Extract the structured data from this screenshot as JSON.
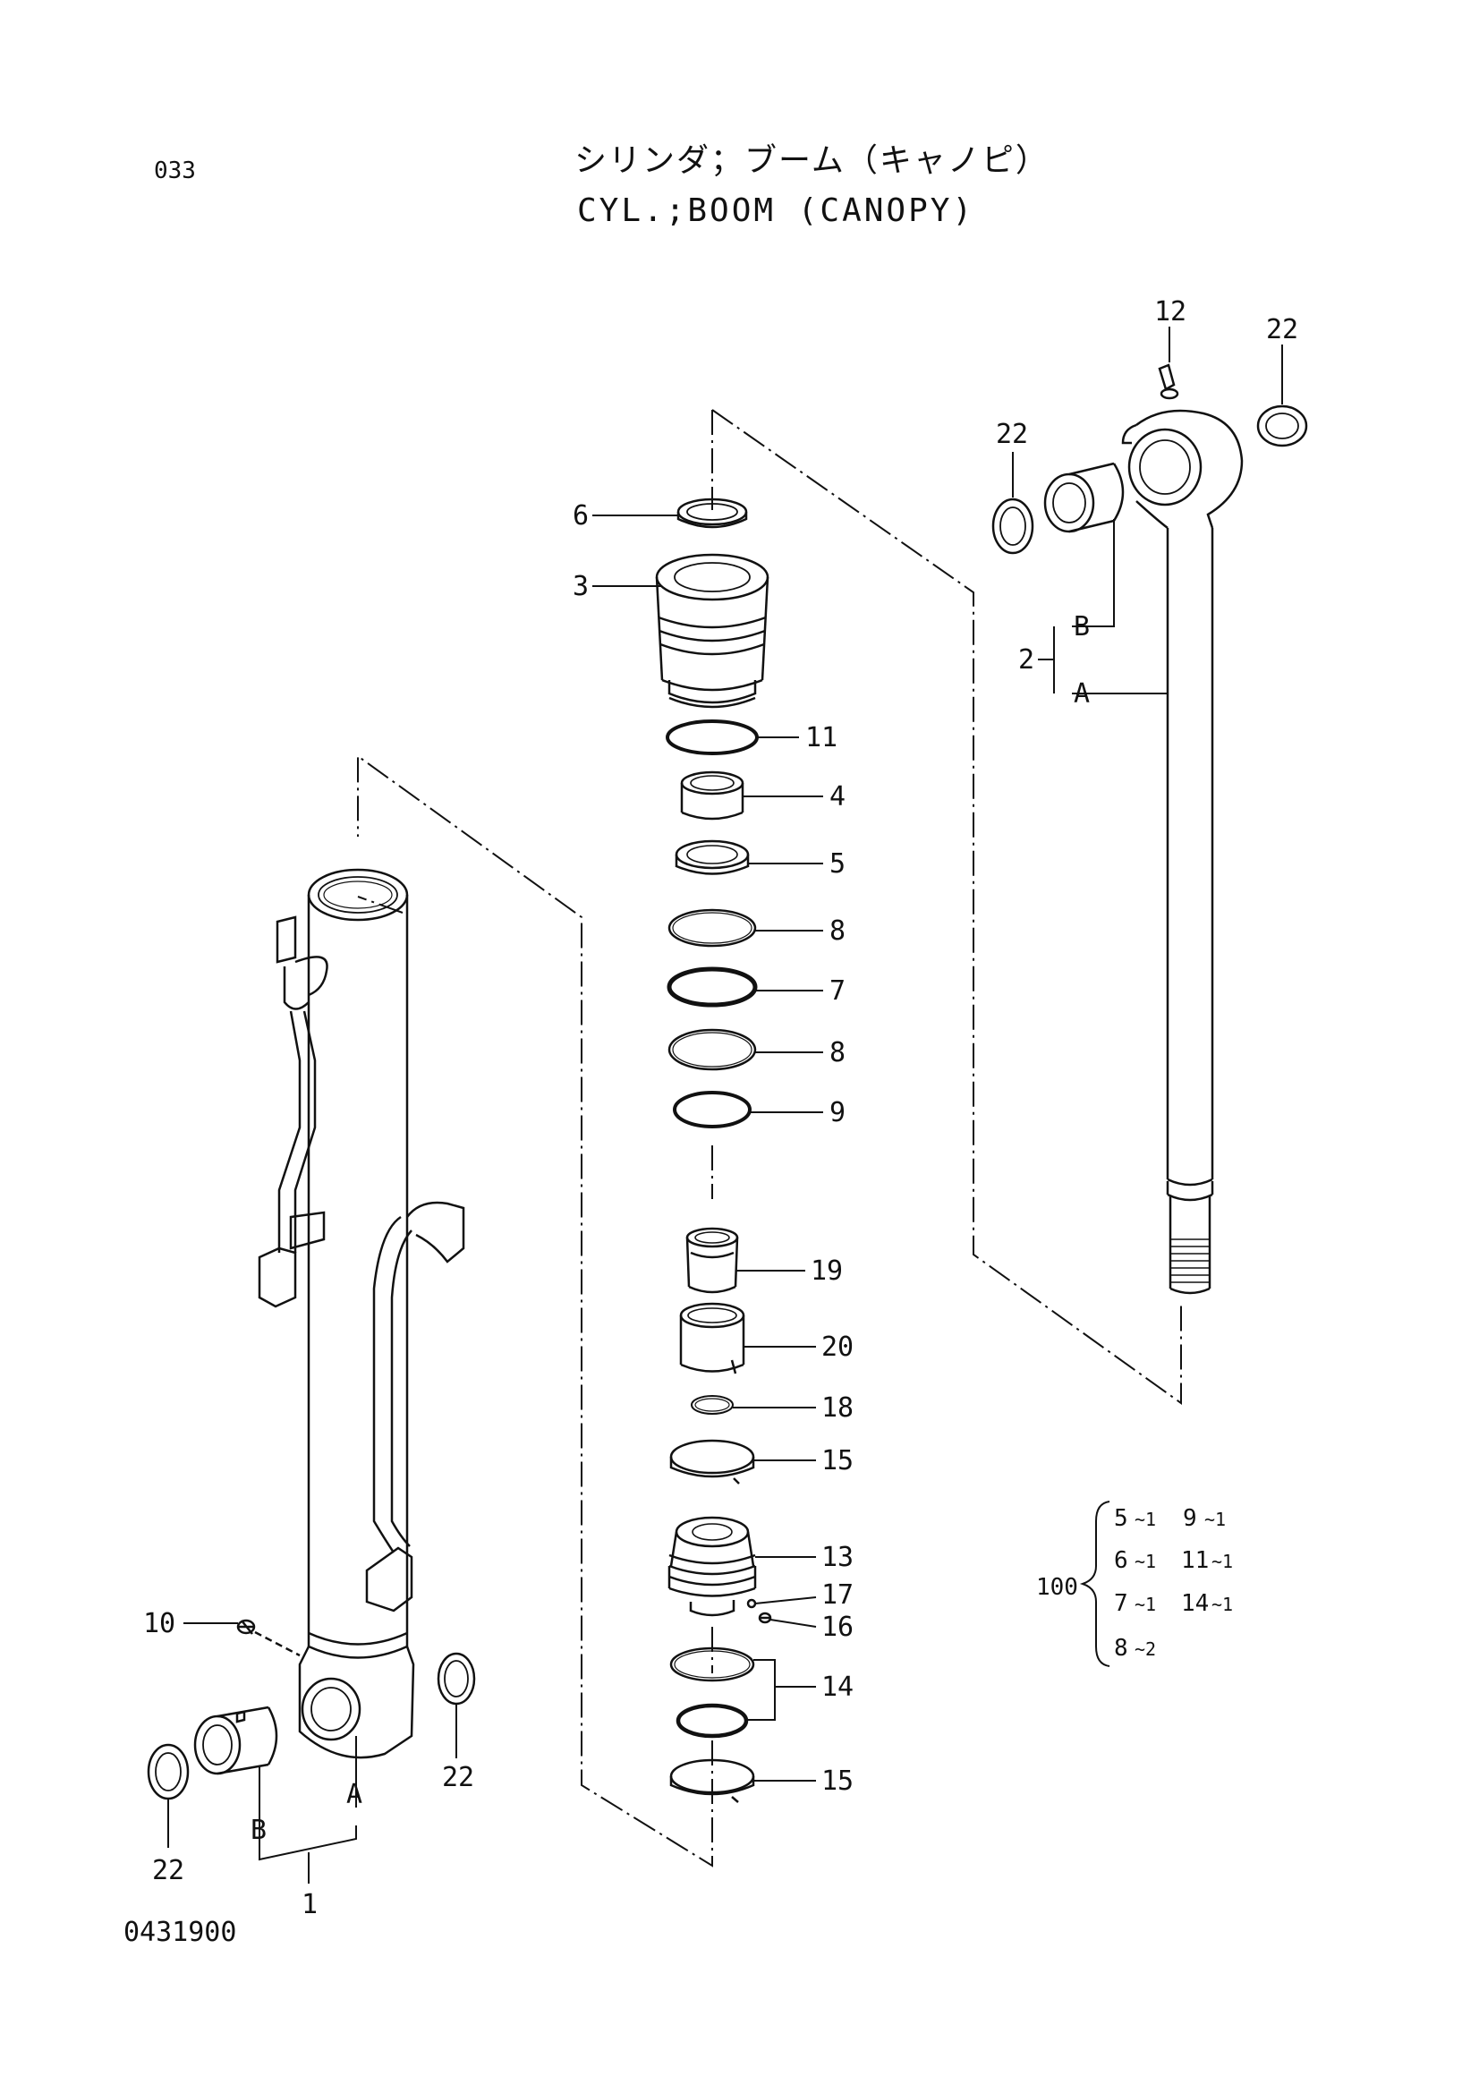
{
  "header": {
    "page_code": "033",
    "title_jp": "シリンダ；ブーム（キャノピ）",
    "title_en": "CYL.;BOOM (CANOPY)"
  },
  "footer": {
    "doc_number": "0431900"
  },
  "callouts": {
    "c12": "12",
    "c22_top": "22",
    "c22_left_rod": "22",
    "c6": "6",
    "c3": "3",
    "c11": "11",
    "c4": "4",
    "c5": "5",
    "c8a": "8",
    "c7": "7",
    "c8b": "8",
    "c9": "9",
    "c19": "19",
    "c20": "20",
    "c18": "18",
    "c15a": "15",
    "c13": "13",
    "c17": "17",
    "c16": "16",
    "c14": "14",
    "c15b": "15",
    "c2": "2",
    "c2B": "B",
    "c2A": "A",
    "c10": "10",
    "c22_right_tube": "22",
    "c22_bottom_left": "22",
    "c1": "1",
    "c1A": "A",
    "c1B": "B"
  },
  "kit_table": {
    "kit_number": "100",
    "rows": [
      {
        "left": "5",
        "left_qty": "~1",
        "right": "9",
        "right_qty": "~1"
      },
      {
        "left": "6",
        "left_qty": "~1",
        "right": "11",
        "right_qty": "~1"
      },
      {
        "left": "7",
        "left_qty": "~1",
        "right": "14",
        "right_qty": "~1"
      },
      {
        "left": "8",
        "left_qty": "~2",
        "right": "",
        "right_qty": ""
      }
    ]
  }
}
